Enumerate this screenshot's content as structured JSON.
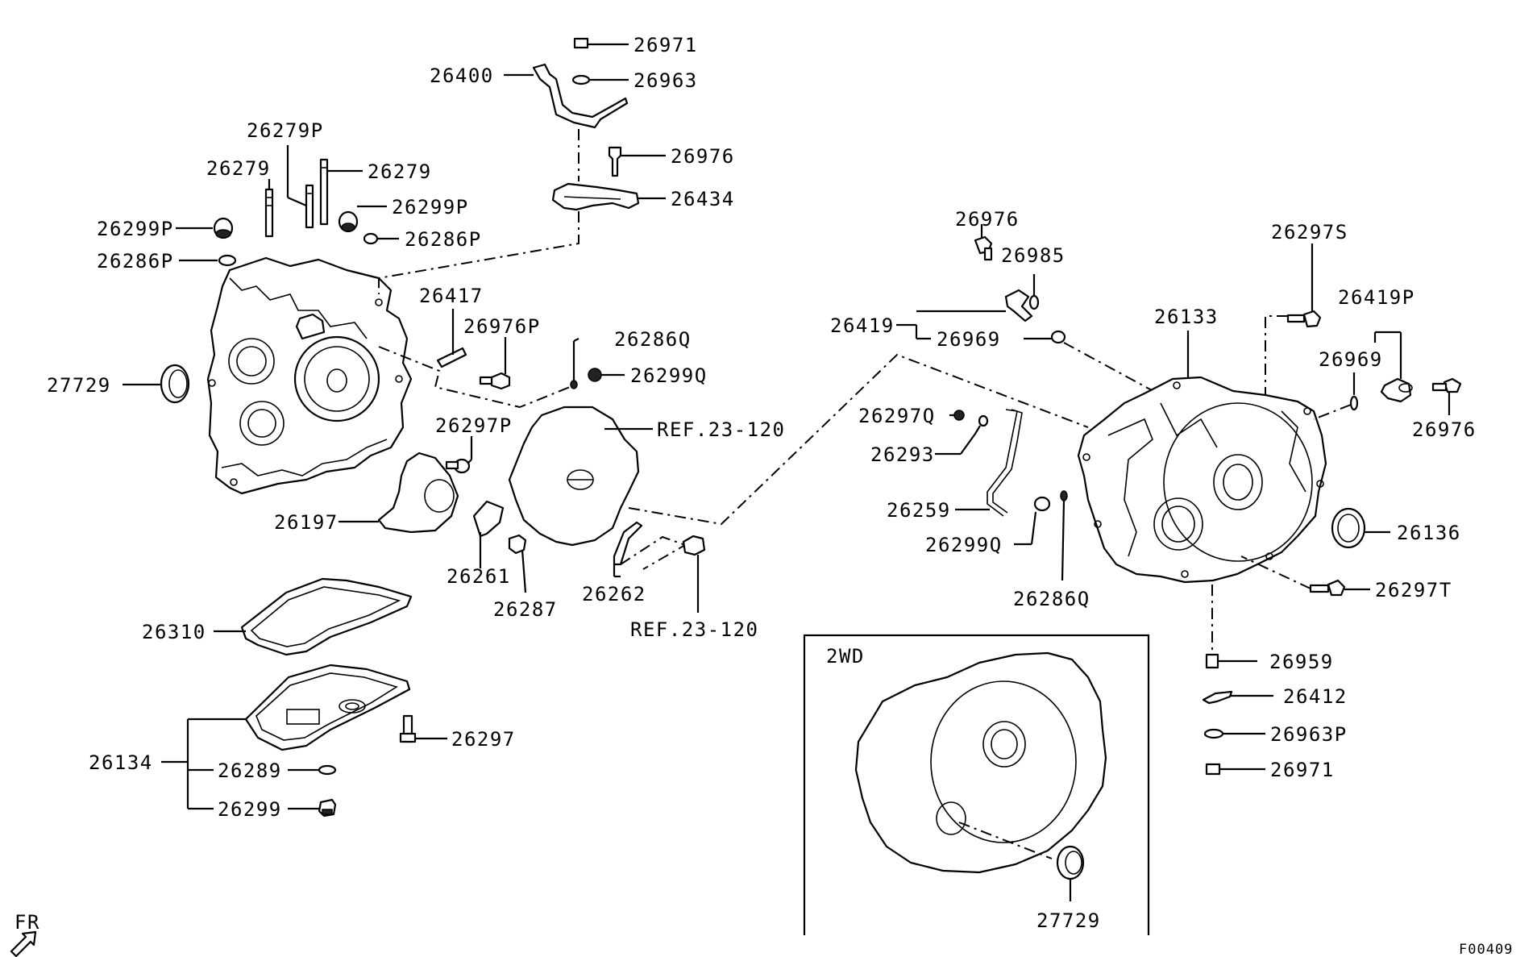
{
  "diagram": {
    "figure_code": "F00409",
    "fr_label": "FR",
    "inset_label": "2WD",
    "labels": {
      "p26971_top": "26971",
      "p26400": "26400",
      "p26963": "26963",
      "p26279P": "26279P",
      "p26279_left": "26279",
      "p26279_right": "26279",
      "p26976_top": "26976",
      "p26299P_left": "26299P",
      "p26299P_right": "26299P",
      "p26434": "26434",
      "p26286P_left": "26286P",
      "p26286P_right": "26286P",
      "p26417": "26417",
      "p26976P": "26976P",
      "p26286Q_left": "26286Q",
      "p26299Q_left": "26299Q",
      "p27729_left": "27729",
      "ref_upper": "REF.23-120",
      "p26297P": "26297P",
      "p26197": "26197",
      "p26261": "26261",
      "p26287": "26287",
      "p26262": "26262",
      "ref_lower": "REF.23-120",
      "p26310": "26310",
      "p26297": "26297",
      "p26134": "26134",
      "p26289": "26289",
      "p26299": "26299",
      "p26976_mid": "26976",
      "p26985": "26985",
      "p26419": "26419",
      "p26969_mid": "26969",
      "p26297S": "26297S",
      "p26133": "26133",
      "p26419P": "26419P",
      "p26969_right": "26969",
      "p26976_right": "26976",
      "p26297Q": "26297Q",
      "p26293": "26293",
      "p26259": "26259",
      "p26299Q_right": "26299Q",
      "p26286Q_right": "26286Q",
      "p26136": "26136",
      "p26297T": "26297T",
      "p26959": "26959",
      "p26412": "26412",
      "p26963P": "26963P",
      "p26971_bottom": "26971",
      "p27729_inset": "27729"
    }
  }
}
